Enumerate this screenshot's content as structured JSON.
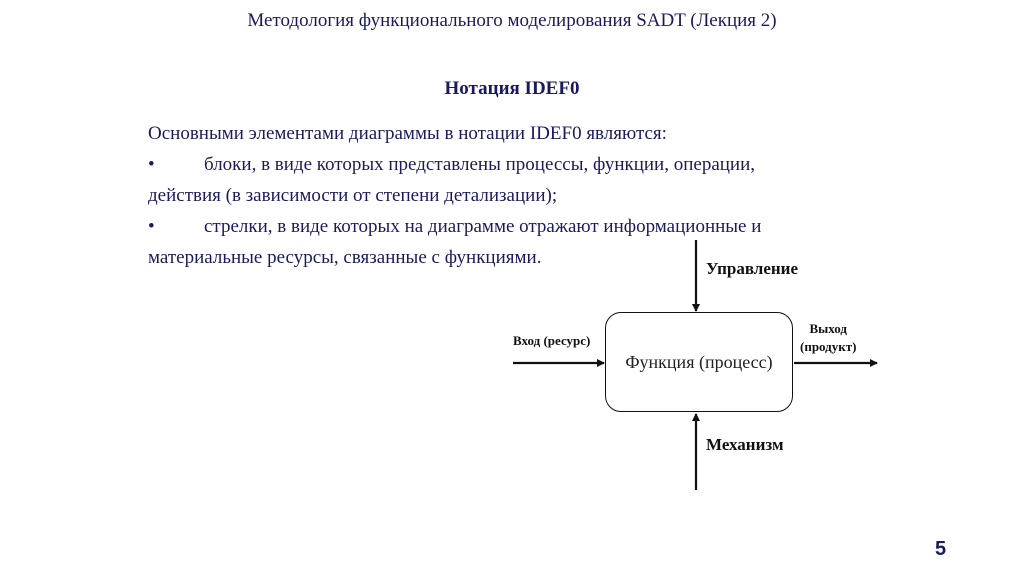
{
  "slide": {
    "header": "Методология функционального моделирования SADT (Лекция 2)",
    "subtitle": "Нотация IDEF0",
    "intro": "Основными элементами диаграммы в нотации IDEF0 являются:",
    "bullets": [
      {
        "symbol": "•",
        "line1": "блоки, в виде которых представлены процессы, функции, операции,",
        "line2": "действия (в зависимости от степени детализации);"
      },
      {
        "symbol": "•",
        "line1": "стрелки, в виде которых на диаграмме отражают информационные и",
        "line2": "материальные ресурсы, связанные с функциями."
      }
    ],
    "page_number": "5",
    "colors": {
      "text": "#1a1a5e",
      "diagram": "#111111",
      "background": "#ffffff"
    }
  },
  "diagram": {
    "box_label": "Функция (процесс)",
    "control_label": "Управление",
    "mechanism_label": "Механизм",
    "input_label": "Вход (ресурс)",
    "output_label_line1": "Выход",
    "output_label_line2": "(продукт)"
  }
}
